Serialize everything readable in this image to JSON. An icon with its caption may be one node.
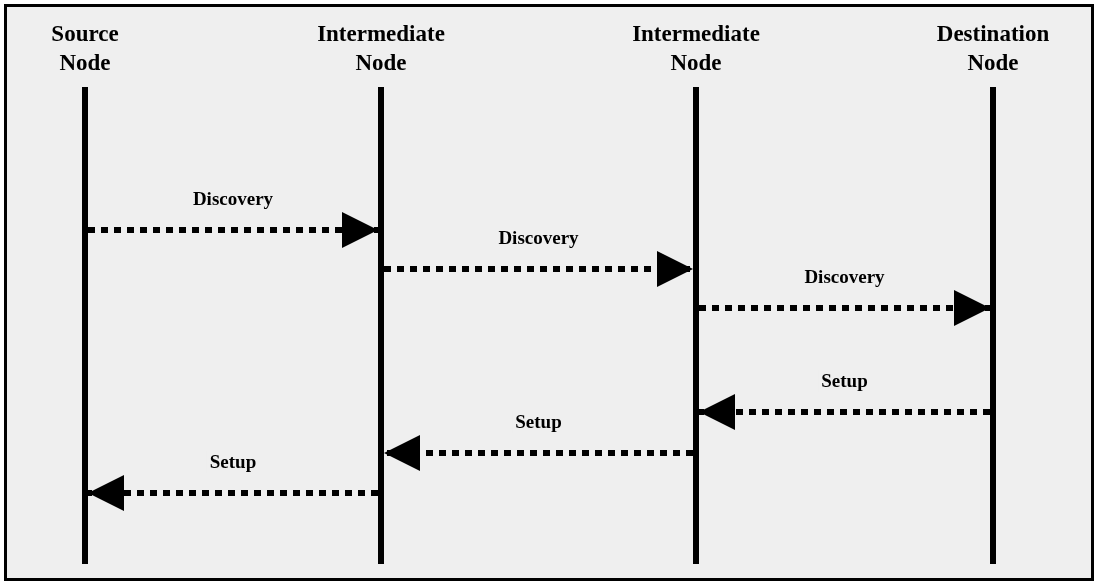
{
  "diagram": {
    "nodes": [
      {
        "text": [
          "Source Node"
        ]
      },
      {
        "text": [
          "Intermediate Node"
        ]
      },
      {
        "text": [
          "Intermediate Node"
        ]
      },
      {
        "text": [
          "Destination Node"
        ]
      }
    ],
    "edges": [
      {
        "from": 0,
        "to": 1,
        "arrow": "to",
        "label": "Discovery",
        "style": "dashed"
      },
      {
        "from": 1,
        "to": 2,
        "arrow": "to",
        "label": "Discovery",
        "style": "dashed"
      },
      {
        "from": 2,
        "to": 3,
        "arrow": "to",
        "label": "Discovery",
        "style": "dashed"
      },
      {
        "from": 3,
        "to": 2,
        "arrow": "to",
        "label": "Setup",
        "style": "dashed"
      },
      {
        "from": 2,
        "to": 1,
        "arrow": "to",
        "label": "Setup",
        "style": "dashed"
      },
      {
        "from": 1,
        "to": 0,
        "arrow": "to",
        "label": "Setup",
        "style": "dashed"
      }
    ]
  }
}
